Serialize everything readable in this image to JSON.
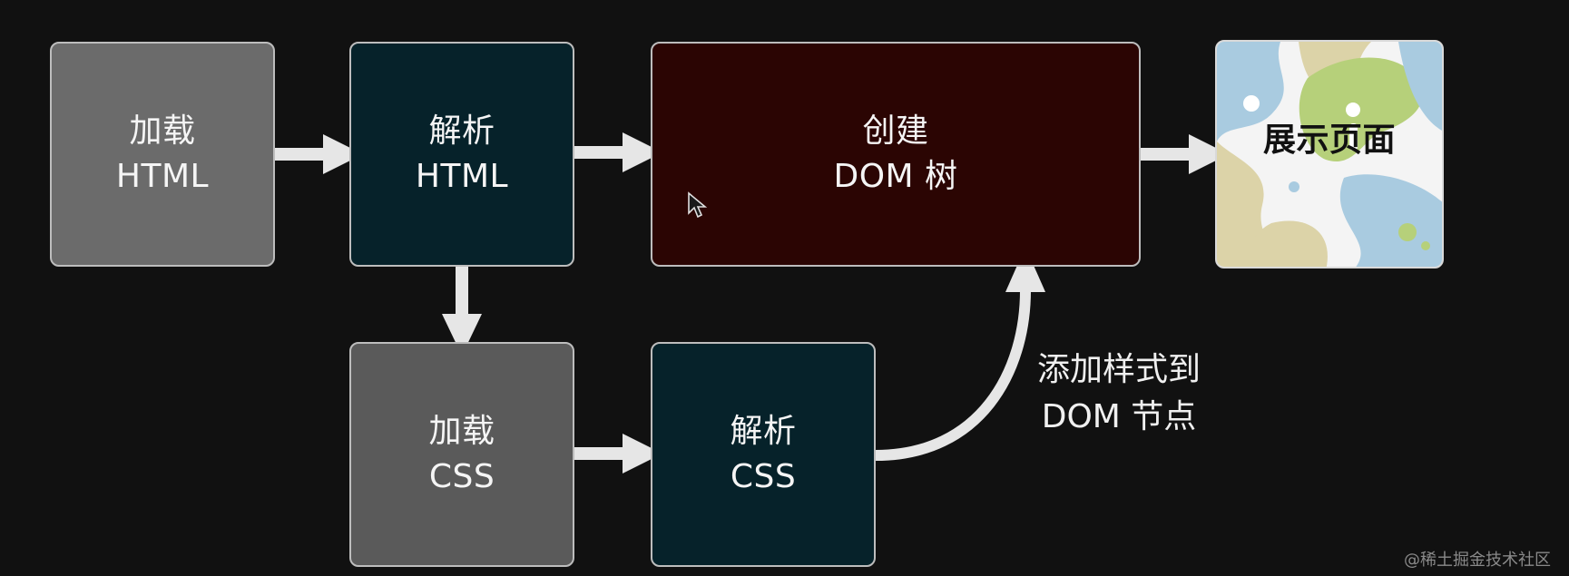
{
  "nodes": {
    "load_html": {
      "line1": "加载",
      "line2": "HTML"
    },
    "parse_html": {
      "line1": "解析",
      "line2": "HTML"
    },
    "create_dom": {
      "line1": "创建",
      "line2": "DOM 树"
    },
    "load_css": {
      "line1": "加载",
      "line2": "CSS"
    },
    "parse_css": {
      "line1": "解析",
      "line2": "CSS"
    },
    "display_page": {
      "label": "展示页面"
    }
  },
  "annotation": {
    "line1": "添加样式到",
    "line2": "DOM 节点"
  },
  "watermark": "@稀土掘金技术社区",
  "colors": {
    "background": "#111111",
    "load_box": "#6b6b6b",
    "parse_box": "#06222a",
    "dom_box": "#2b0503",
    "arrow": "#e6e6e6",
    "border": "#bdbdbd"
  }
}
